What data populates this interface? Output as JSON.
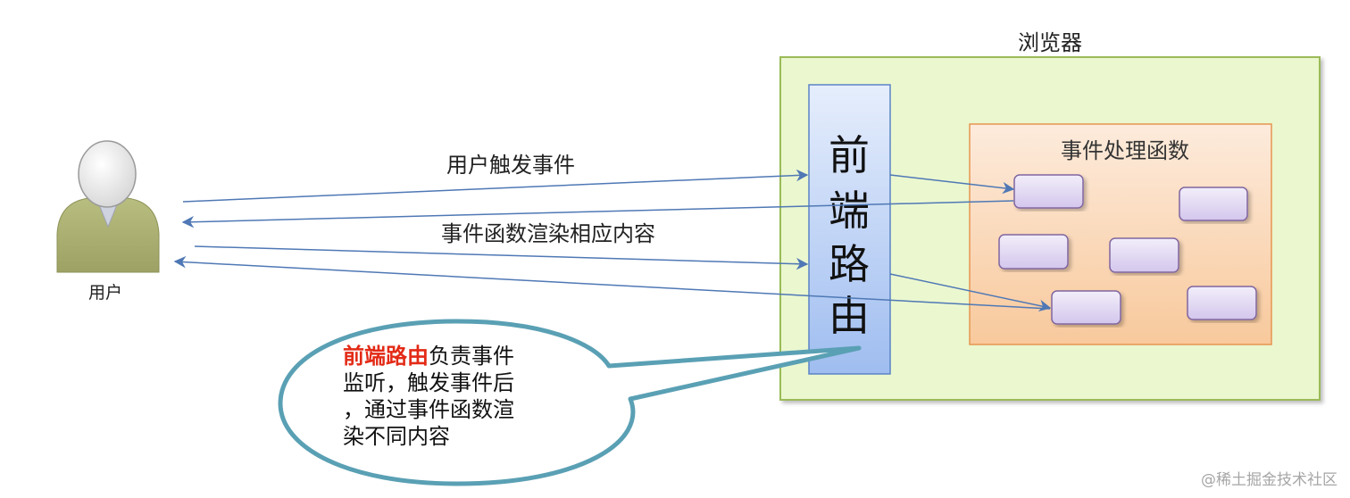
{
  "browser": {
    "title": "浏览器"
  },
  "router": {
    "chars": [
      "前",
      "端",
      "路",
      "由"
    ]
  },
  "handlers": {
    "title": "事件处理函数",
    "count": 6
  },
  "user": {
    "label": "用户"
  },
  "arrows": {
    "trigger_label": "用户触发事件",
    "render_label": "事件函数渲染相应内容"
  },
  "callout": {
    "highlight": "前端路由",
    "line1_rest": "负责事件",
    "line2": "监听，触发事件后",
    "line3": "，通过事件函数渲",
    "line4": "染不同内容"
  },
  "watermark": "@稀土掘金技术社区",
  "colors": {
    "browser_fill": "#ebf7cf",
    "browser_stroke": "#9bbb59",
    "router_fill": "#a9c6f2",
    "router_stroke": "#5b83c5",
    "handlers_fill": "#fbdcc0",
    "handlers_stroke": "#e69550",
    "handler_fill": "#e0d8f2",
    "handler_stroke": "#8066a0",
    "arrow": "#4f78b5",
    "bubble_stroke": "#5aa0b4",
    "highlight_text": "#e32a16",
    "user_body": "#a8ad6e"
  }
}
